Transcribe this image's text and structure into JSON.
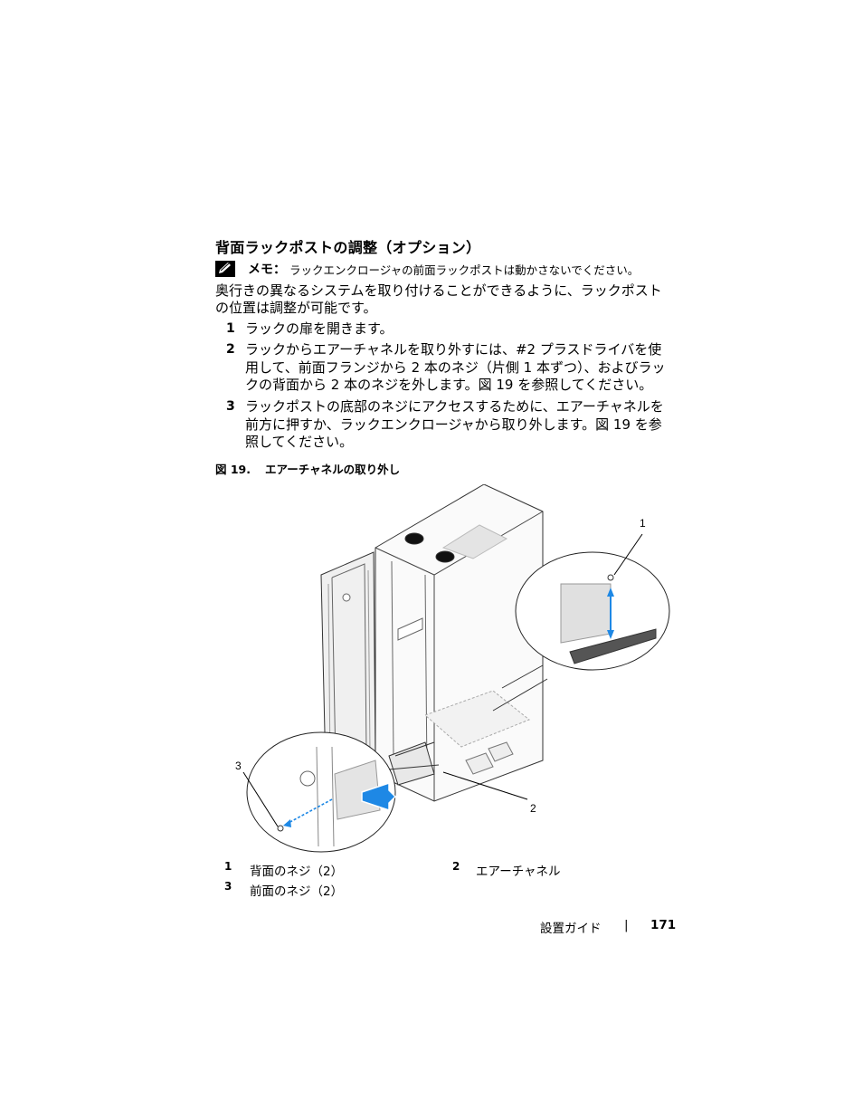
{
  "section": {
    "title": "背面ラックポストの調整（オプション）"
  },
  "note": {
    "icon": "pencil-note-icon",
    "label": "メモ：",
    "text": "ラックエンクロージャの前面ラックポストは動かさないでください。"
  },
  "intro": "奥行きの異なるシステムを取り付けることができるように、ラックポストの位置は調整が可能です。",
  "steps": [
    {
      "num": "1",
      "text": "ラックの扉を開きます。"
    },
    {
      "num": "2",
      "text": "ラックからエアーチャネルを取り外すには、#2 プラスドライバを使用して、前面フランジから 2 本のネジ（片側 1 本ずつ）、およびラックの背面から 2 本のネジを外します。図 19 を参照してください。"
    },
    {
      "num": "3",
      "text": "ラックポストの底部のネジにアクセスするために、エアーチャネルを前方に押すか、ラックエンクロージャから取り外します。図 19 を参照してください。"
    }
  ],
  "figure": {
    "label": "図 19.",
    "title": "エアーチャネルの取り外し",
    "callouts": [
      "1",
      "2",
      "3"
    ]
  },
  "legend": [
    {
      "num": "1",
      "text": "背面のネジ（2）"
    },
    {
      "num": "2",
      "text": "エアーチャネル"
    },
    {
      "num": "3",
      "text": "前面のネジ（2）"
    }
  ],
  "footer": {
    "section": "設置ガイド",
    "separator": "|",
    "page": "171"
  }
}
